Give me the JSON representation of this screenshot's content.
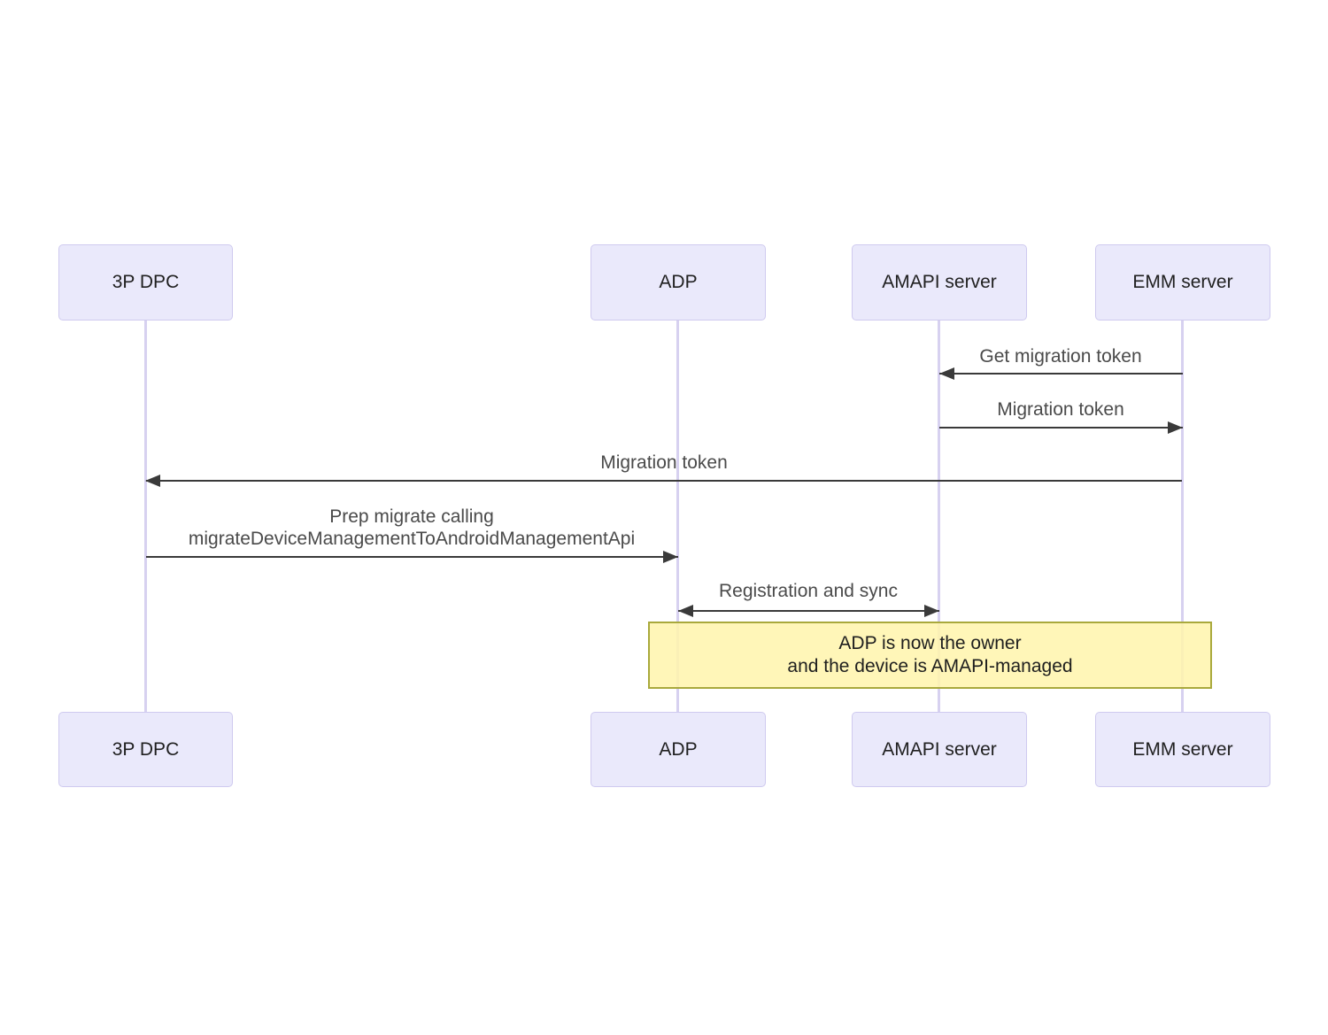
{
  "diagram_type": "sequence",
  "colors": {
    "background": "#ffffff",
    "actor_fill": "#eae9fb",
    "actor_border": "#cfcaef",
    "actor_text": "#202020",
    "lifeline": "#d7d1f0",
    "arrow": "#3a3a3a",
    "message_text": "#4a4a4a",
    "note_fill": "#fff5addd",
    "note_border": "#a9a93c",
    "note_text": "#1e1e1e"
  },
  "actors": [
    {
      "id": "3p-dpc",
      "label": "3P DPC"
    },
    {
      "id": "adp",
      "label": "ADP"
    },
    {
      "id": "amapi-server",
      "label": "AMAPI server"
    },
    {
      "id": "emm-server",
      "label": "EMM server"
    }
  ],
  "messages": [
    {
      "label": "Get migration token",
      "from": "EMM server",
      "to": "AMAPI server",
      "direction": "left"
    },
    {
      "label": "Migration token",
      "from": "AMAPI server",
      "to": "EMM server",
      "direction": "right"
    },
    {
      "label": "Migration token",
      "from": "EMM server",
      "to": "3P DPC",
      "direction": "left"
    },
    {
      "lines": [
        "Prep migrate calling",
        "migrateDeviceManagementToAndroidManagementApi"
      ],
      "from": "3P DPC",
      "to": "ADP",
      "direction": "right"
    },
    {
      "label": "Registration and sync",
      "from": "ADP",
      "to": "AMAPI server",
      "direction": "both"
    }
  ],
  "note": {
    "lines": [
      "ADP is now the owner",
      "and the device is AMAPI-managed"
    ]
  }
}
